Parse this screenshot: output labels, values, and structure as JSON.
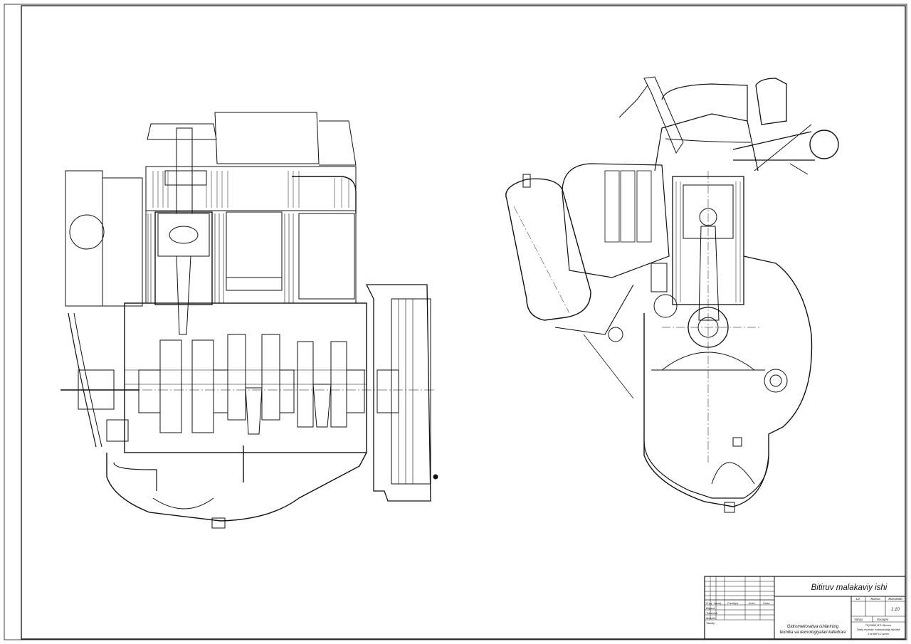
{
  "drawing": {
    "front_view": "engine-longitudinal-section",
    "side_view": "engine-cross-section"
  },
  "title_block": {
    "title": "Bitiruv malakaviy ishi",
    "department_line1": "Gidromeliorativa ishlarining",
    "department_line2": "texnika va texnologiyalari kafedrasi",
    "subtitle_line1": "TIQXMMI MTU Buxoro",
    "subtitle_line2": "Tabiiy resurslar mutaxassisligi fakulteti",
    "subtitle_line3": "3 ta BMI 4-2 guruh",
    "scale": "1:10",
    "headers": {
      "lit": "Lit.",
      "massa": "Massa",
      "masshtab": "Masshtab",
      "varaq": "Varaq",
      "varaqlar": "Varaqlar"
    },
    "rows": {
      "ozg": "O'zg. Varaq",
      "familiya": "Familiyа",
      "imzo": "Imzo",
      "sana": "Sana",
      "bajardi": "Bajardi",
      "tekshirdi": "Tekshirdi",
      "maslahatchi": "Maslah.",
      "tasdiqladi": "Tasdiq."
    }
  }
}
